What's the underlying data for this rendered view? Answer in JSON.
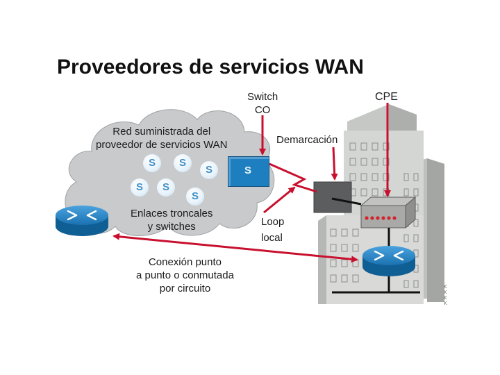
{
  "title": "Proveedores de servicios WAN",
  "labels": {
    "switch_co": [
      "Switch",
      "CO"
    ],
    "cpe": "CPE",
    "demarcacion": "Demarcación",
    "red_suministrada": [
      "Red suministrada del",
      "proveedor de servicios WAN"
    ],
    "enlaces": [
      "Enlaces troncales",
      "y switches"
    ],
    "loop_local": [
      "Loop",
      "local"
    ],
    "conexion": [
      "Conexión punto",
      "a punto o conmutada",
      "por circuito"
    ]
  },
  "switch_node_label": "S",
  "provider_switch_labels": [
    "S",
    "S",
    "S",
    "S",
    "S",
    "S"
  ],
  "side_marks": [
    "K",
    "K",
    "K",
    "K"
  ],
  "colors": {
    "cloud": "#c8cacc",
    "building_front": "#d4d6d3",
    "building_side": "#b3b5b2",
    "switch_blue": "#1e7fc0",
    "router_blue": "#1578b8",
    "arrow_red": "#c8102e",
    "demarc_box": "#5b5d5f"
  },
  "icons": [
    "cloud-icon",
    "router-icon",
    "switch-icon",
    "modem-icon",
    "building-icon"
  ]
}
